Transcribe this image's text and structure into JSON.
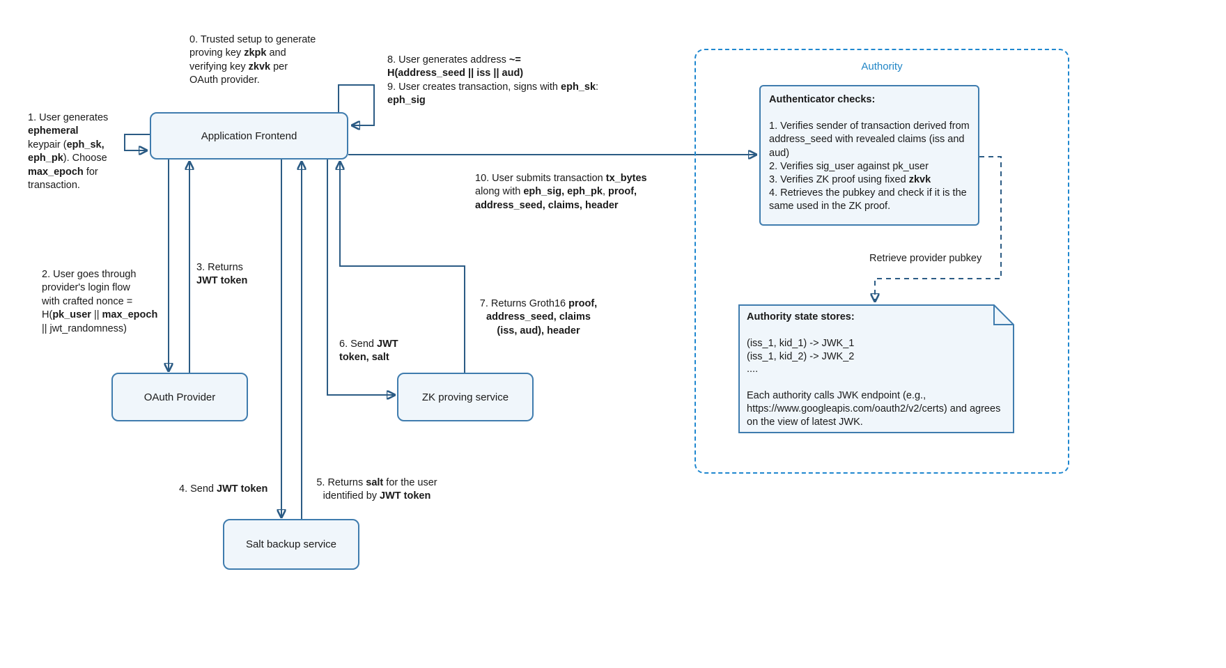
{
  "colors": {
    "node_border": "#3f7cae",
    "node_fill": "#f0f6fb",
    "arrow": "#2b5b84",
    "authority_border": "#1f87cf",
    "authority_label": "#2186c6",
    "text": "#1a1a1a"
  },
  "nodes": {
    "frontend": {
      "label": "Application Frontend"
    },
    "oauth": {
      "label": "OAuth Provider"
    },
    "zk": {
      "label": "ZK proving service"
    },
    "salt": {
      "label": "Salt backup service"
    }
  },
  "authority": {
    "label": "Authority",
    "retrieve_pubkey_label": "Retrieve provider pubkey",
    "authenticator": {
      "segments": [
        {
          "t": "Authenticator checks:",
          "b": true
        },
        {
          "t": "\n\n1. Verifies sender of transaction derived from address_seed with revealed claims (iss and aud)\n2. Verifies sig_user against pk_user\n3. Verifies ZK proof using fixed "
        },
        {
          "t": "zkvk",
          "b": true
        },
        {
          "t": "\n4. Retrieves the pubkey and check if it is the same used in the ZK proof."
        }
      ]
    },
    "state_store": {
      "segments": [
        {
          "t": "Authority state stores:",
          "b": true
        },
        {
          "t": "\n\n(iss_1, kid_1) -> JWK_1\n(iss_1, kid_2) -> JWK_2\n....\n\nEach authority calls JWK endpoint (e.g., https://www.googleapis.com/oauth2/v2/certs) and agrees on the view of latest JWK."
        }
      ]
    }
  },
  "annotations": {
    "step0": {
      "segments": [
        {
          "t": "0. Trusted setup to generate\nproving key "
        },
        {
          "t": "zkpk",
          "b": true
        },
        {
          "t": " and\nverifying key "
        },
        {
          "t": "zkvk",
          "b": true
        },
        {
          "t": " per\nOAuth provider."
        }
      ]
    },
    "step1": {
      "segments": [
        {
          "t": "1. User generates\n"
        },
        {
          "t": "ephemeral",
          "b": true
        },
        {
          "t": "\nkeypair ("
        },
        {
          "t": "eph_sk,\neph_pk",
          "b": true
        },
        {
          "t": "). Choose\n"
        },
        {
          "t": "max_epoch",
          "b": true
        },
        {
          "t": " for\ntransaction."
        }
      ]
    },
    "step2": {
      "segments": [
        {
          "t": "2. User goes through\nprovider's login flow\nwith crafted nonce =\nH("
        },
        {
          "t": "pk_user",
          "b": true
        },
        {
          "t": " || "
        },
        {
          "t": "max_epoch",
          "b": true
        },
        {
          "t": "\n|| jwt_randomness)"
        }
      ]
    },
    "step3": {
      "segments": [
        {
          "t": "3. Returns\n"
        },
        {
          "t": "JWT token",
          "b": true
        }
      ]
    },
    "step4": {
      "segments": [
        {
          "t": "4. Send "
        },
        {
          "t": "JWT token",
          "b": true
        }
      ]
    },
    "step5": {
      "segments": [
        {
          "t": "5. Returns "
        },
        {
          "t": "salt",
          "b": true
        },
        {
          "t": " for the user\nidentified by "
        },
        {
          "t": "JWT token",
          "b": true
        }
      ]
    },
    "step6": {
      "segments": [
        {
          "t": "6. Send "
        },
        {
          "t": "JWT\ntoken, salt",
          "b": true
        }
      ]
    },
    "step7": {
      "segments": [
        {
          "t": "7. Returns Groth16 "
        },
        {
          "t": "proof,\naddress_seed, claims\n(iss, aud), header",
          "b": true
        }
      ]
    },
    "step8_9": {
      "segments": [
        {
          "t": "8. User generates address "
        },
        {
          "t": "~=",
          "b": true
        },
        {
          "t": "\n"
        },
        {
          "t": "H(address_seed || iss || aud)",
          "b": true
        },
        {
          "t": "\n9. User creates transaction, signs with "
        },
        {
          "t": "eph_sk",
          "b": true
        },
        {
          "t": ":\n"
        },
        {
          "t": "eph_sig",
          "b": true
        }
      ]
    },
    "step10": {
      "segments": [
        {
          "t": "10. User submits transaction "
        },
        {
          "t": "tx_bytes",
          "b": true
        },
        {
          "t": "\nalong with "
        },
        {
          "t": "eph_sig, eph_pk",
          "b": true
        },
        {
          "t": ", "
        },
        {
          "t": "proof,\naddress_seed, claims, header",
          "b": true
        }
      ]
    }
  }
}
